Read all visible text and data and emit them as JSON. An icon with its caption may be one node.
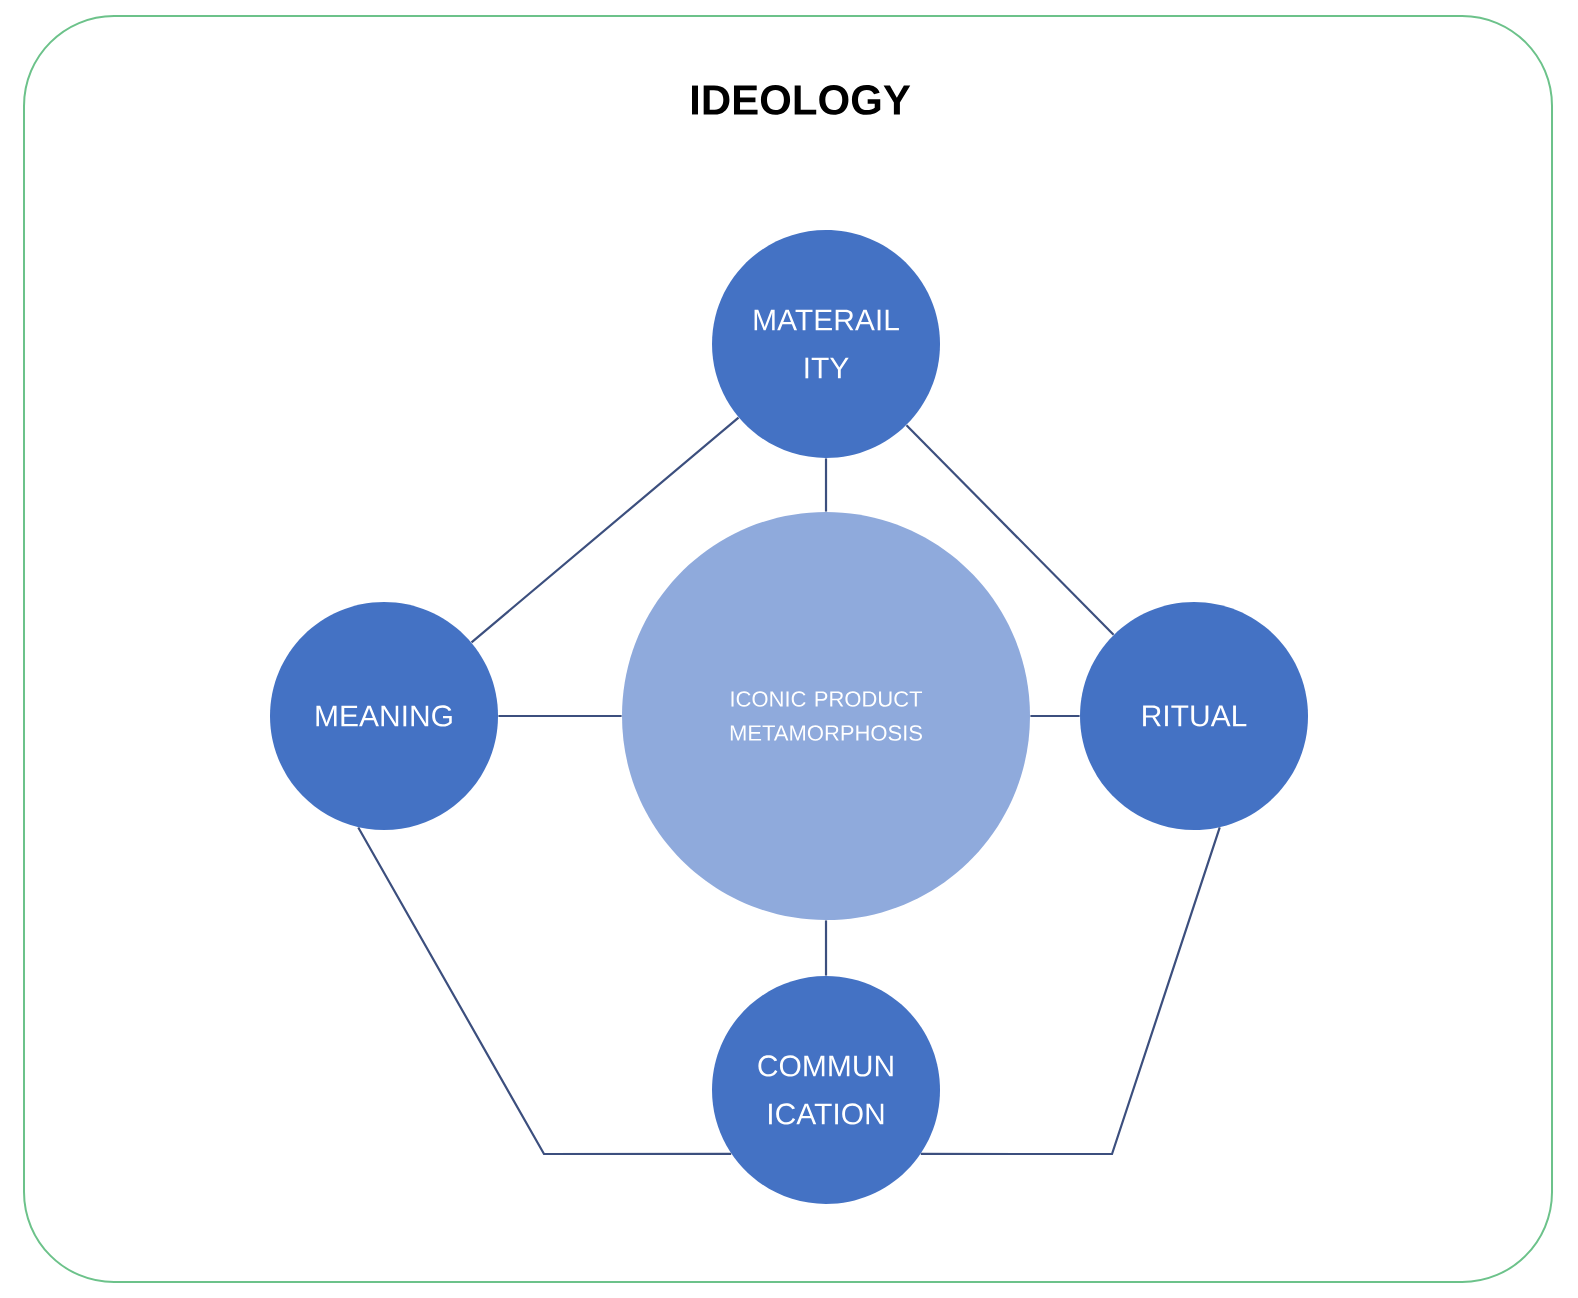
{
  "diagram": {
    "nodes": [
      {
        "text": [
          "IDEOLOGY"
        ]
      },
      {
        "text": [
          "MATERAIL ITY"
        ],
        "in": 0
      },
      {
        "text": [
          "MEANING"
        ],
        "in": 0
      },
      {
        "text": [
          "ICONIC PRODUCT METAMORPHOSIS"
        ],
        "in": 0
      },
      {
        "text": [
          "RITUAL"
        ],
        "in": 0
      },
      {
        "text": [
          "COMMUN ICATION"
        ],
        "in": 0
      }
    ],
    "edges": [
      {
        "from": 3,
        "to": 1,
        "arrow": "none"
      },
      {
        "from": 3,
        "to": 2,
        "arrow": "none"
      },
      {
        "from": 3,
        "to": 4,
        "arrow": "none"
      },
      {
        "from": 3,
        "to": 5,
        "arrow": "none"
      },
      {
        "from": 1,
        "to": 2,
        "arrow": "none"
      },
      {
        "from": 1,
        "to": 4,
        "arrow": "none"
      },
      {
        "from": 2,
        "to": 5,
        "arrow": "none"
      },
      {
        "from": 4,
        "to": 5,
        "arrow": "none"
      }
    ]
  }
}
